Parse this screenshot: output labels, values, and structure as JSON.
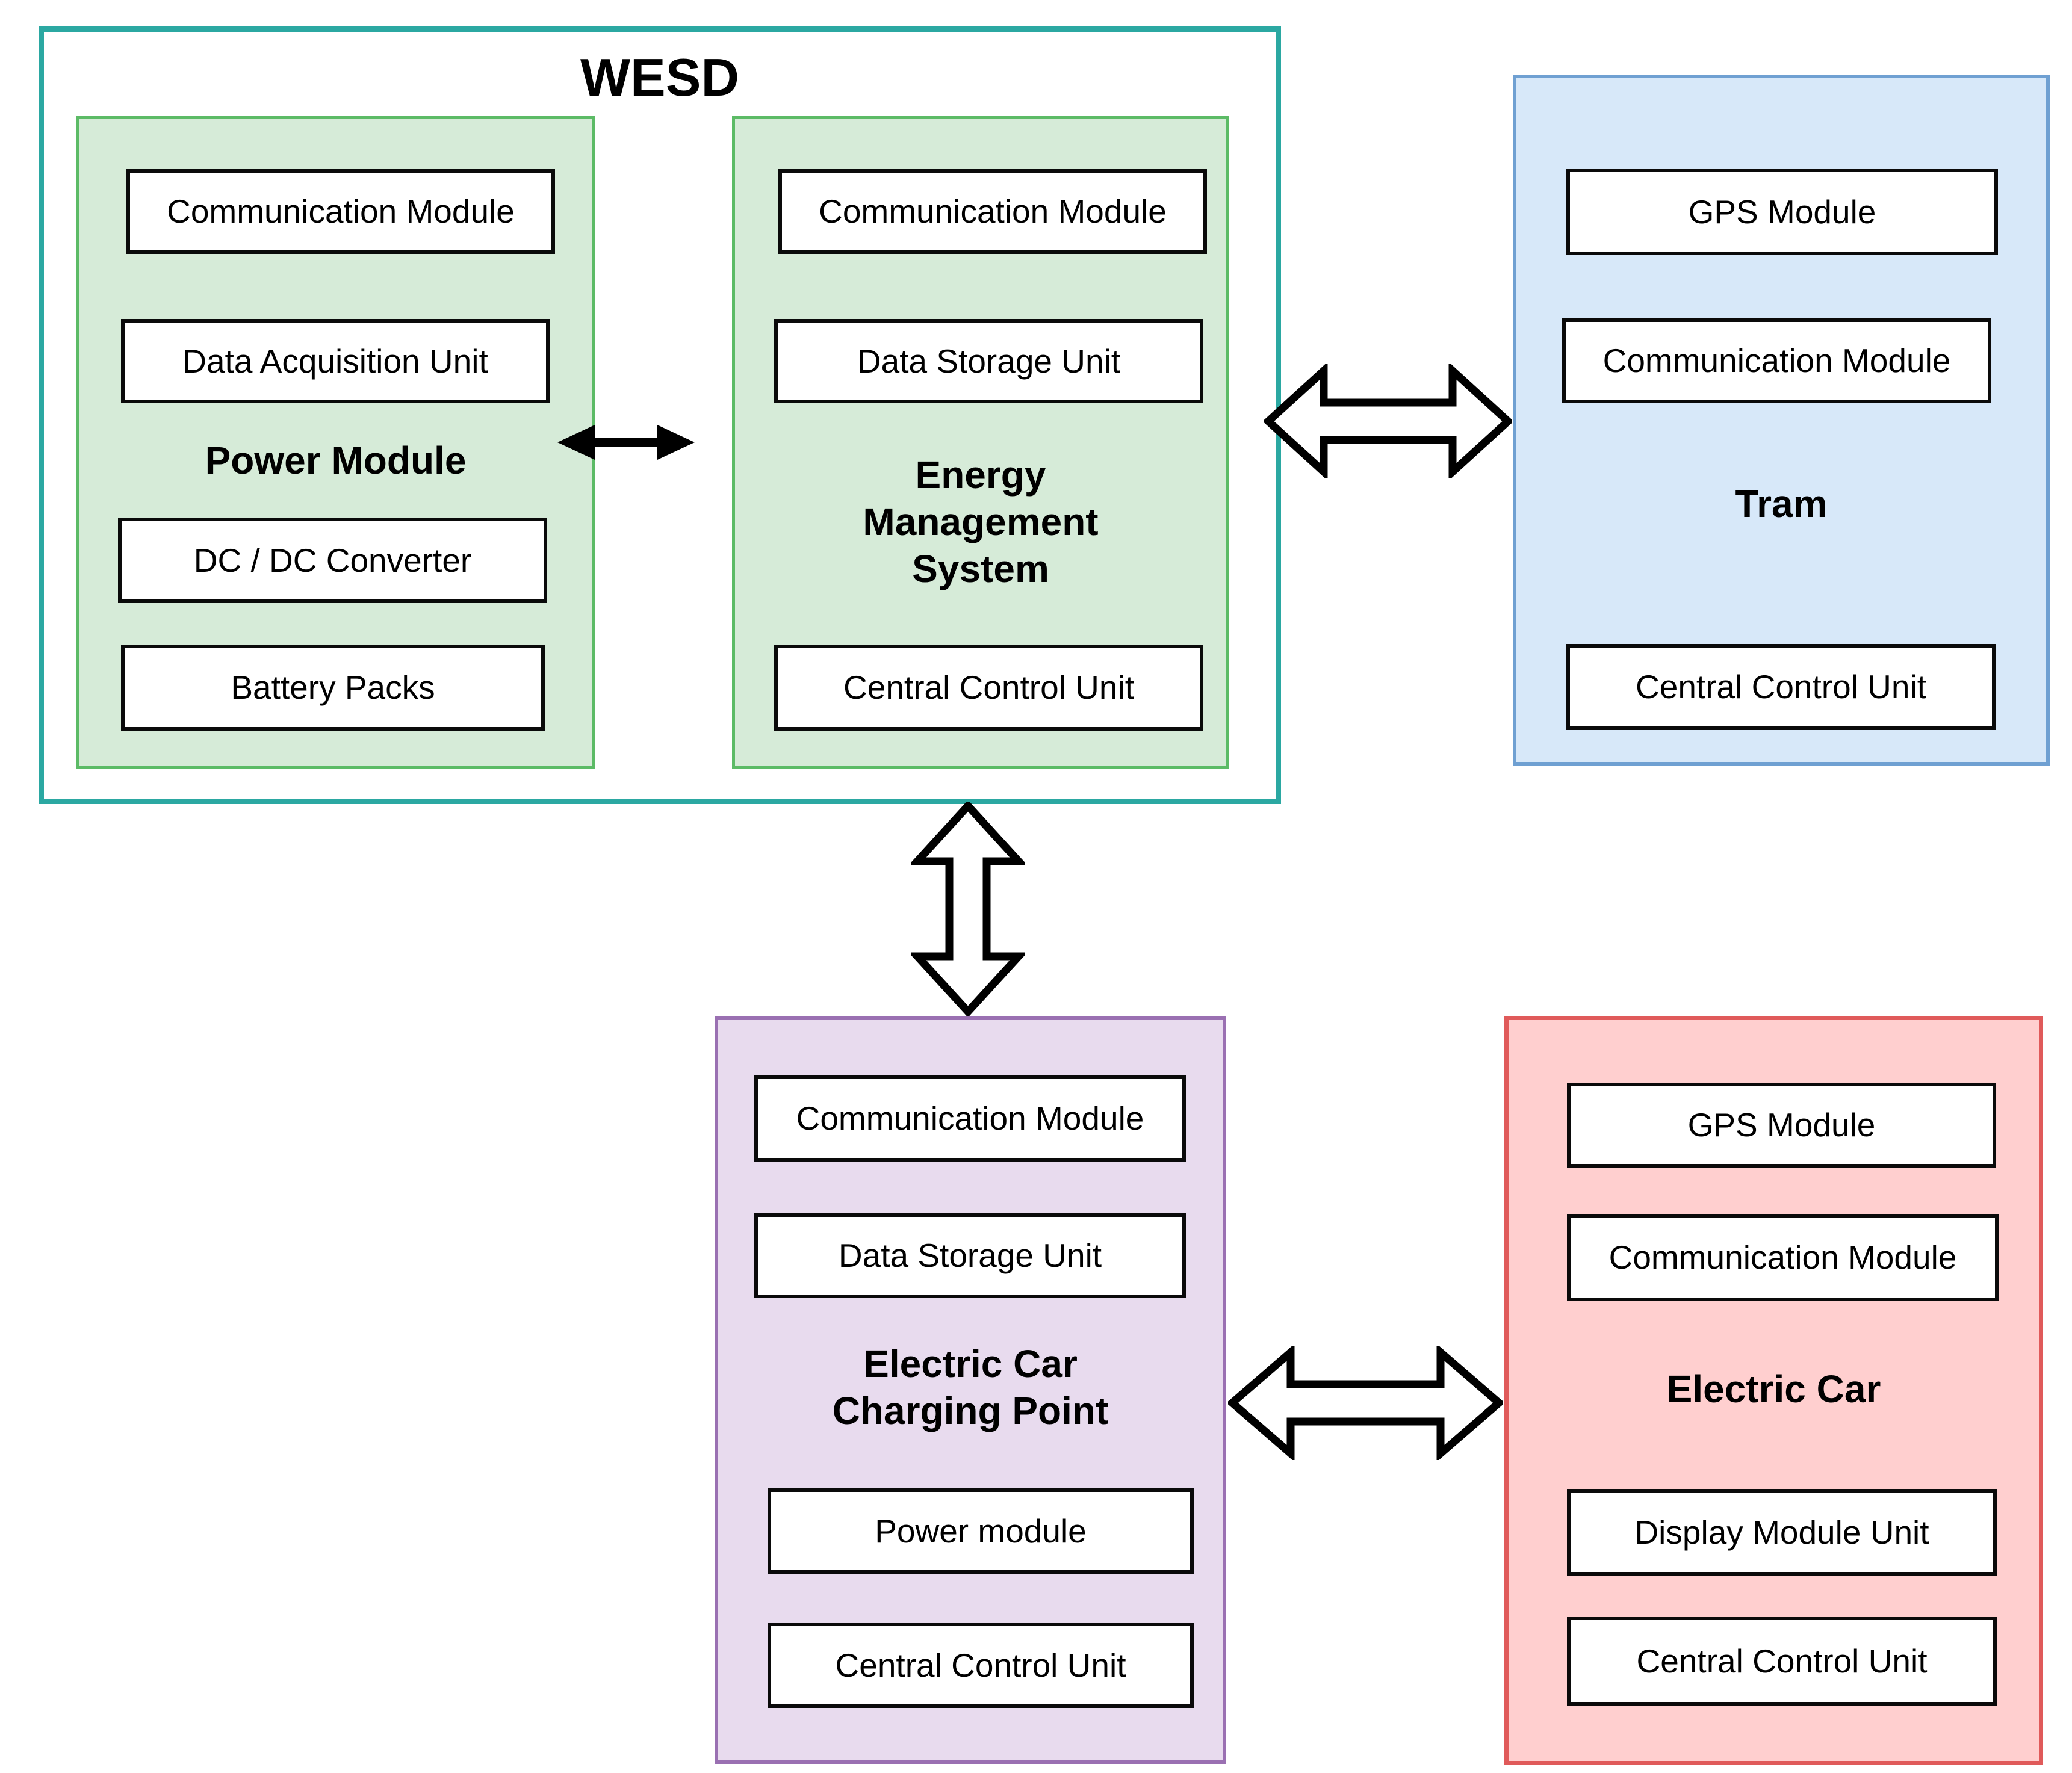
{
  "wesd": {
    "title": "WESD",
    "border_color": "#2BA8A2",
    "power_module": {
      "label": "Power Module",
      "fill": "#D6EBD8",
      "border": "#5CBB66",
      "boxes": [
        "Communication Module",
        "Data Acquisition Unit",
        "DC / DC Converter",
        "Battery Packs"
      ]
    },
    "ems": {
      "label": "Energy\nManagement\nSystem",
      "fill": "#D6EBD8",
      "border": "#5CBB66",
      "boxes": [
        "Communication Module",
        "Data Storage Unit",
        "Central Control Unit"
      ]
    }
  },
  "tram": {
    "label": "Tram",
    "fill": "#D7E8F9",
    "border": "#6FA0D2",
    "boxes": [
      "GPS Module",
      "Communication Module",
      "Central Control Unit"
    ]
  },
  "charging_point": {
    "label": "Electric Car\nCharging Point",
    "fill": "#E8DBEE",
    "border": "#9A70B2",
    "boxes": [
      "Communication Module",
      "Data Storage Unit",
      "Power module",
      "Central Control Unit"
    ]
  },
  "electric_car": {
    "label": "Electric Car",
    "fill": "#FFCFCF",
    "border": "#E05A5A",
    "boxes": [
      "GPS Module",
      "Communication Module",
      "Display Module Unit",
      "Central Control Unit"
    ]
  },
  "arrows": {
    "color": "#000000",
    "power_ems": "bidirectional",
    "wesd_tram": "bidirectional",
    "wesd_charging_point": "bidirectional",
    "charging_point_electric_car": "bidirectional"
  }
}
